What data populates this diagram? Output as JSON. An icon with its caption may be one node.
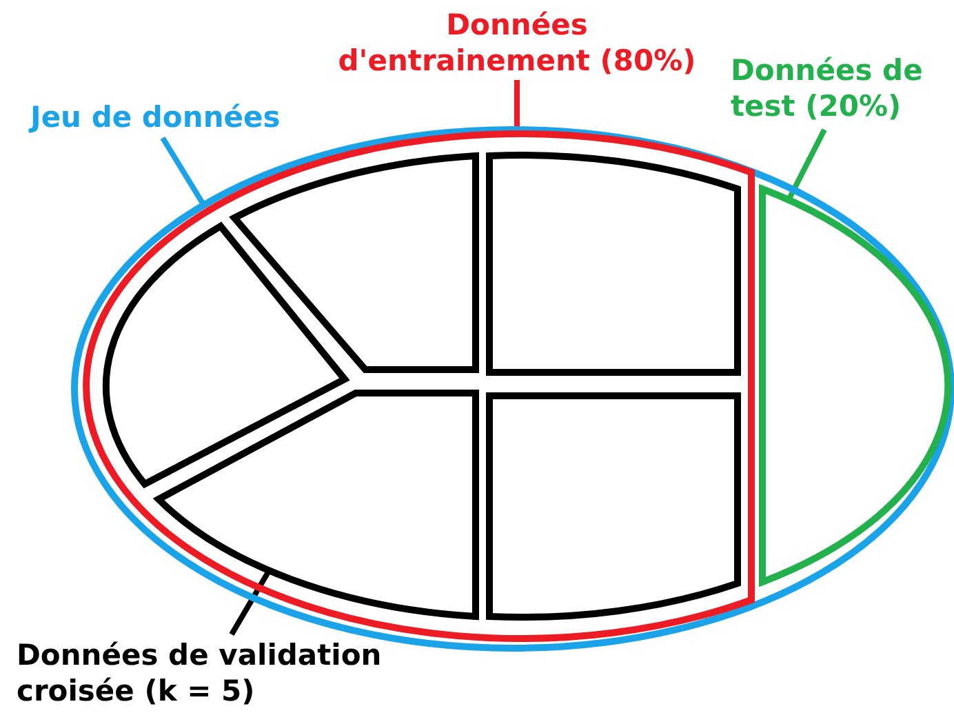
{
  "diagram": {
    "nodes": [
      {
        "text": [
          "Jeu de données"
        ]
      },
      {
        "text": [
          "Données d'entrainement (80%)"
        ]
      },
      {
        "text": [
          "Données de test (20%)"
        ]
      },
      {
        "text": [
          "Données de validation croisée (k = 5)"
        ]
      },
      {
        "text": [],
        "shape": "ellipse"
      },
      {
        "text": [],
        "shape": "ellipse",
        "in": 4
      },
      {
        "text": [],
        "shape": "box",
        "in": 4
      },
      {
        "text": [],
        "shape": "box",
        "in": 5
      },
      {
        "text": [],
        "shape": "box",
        "in": 5
      },
      {
        "text": [],
        "shape": "box",
        "in": 5
      },
      {
        "text": [],
        "shape": "box",
        "in": 5
      },
      {
        "text": [],
        "shape": "box",
        "in": 5
      }
    ],
    "edges": [
      {
        "from": 0,
        "to": 4,
        "arrow": "none",
        "color": "#1aa3e8"
      },
      {
        "from": 1,
        "to": 5,
        "arrow": "none",
        "color": "#ed1c24"
      },
      {
        "from": 2,
        "to": 6,
        "arrow": "none",
        "color": "#22b14c"
      },
      {
        "from": 3,
        "to": 9,
        "arrow": "none",
        "color": "#000000"
      }
    ]
  }
}
